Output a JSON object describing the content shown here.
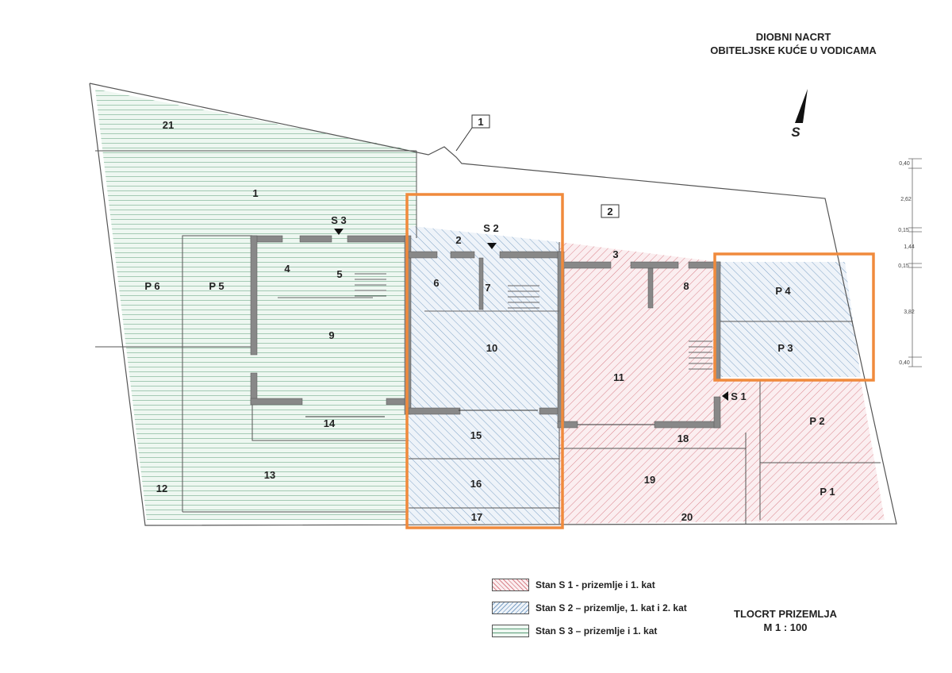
{
  "title": {
    "line1": "DIOBNI NACRT",
    "line2": "OBITELJSKE KUĆE U VODICAMA"
  },
  "north_label": "S",
  "plan": {
    "name": "TLOCRT PRIZEMLJA",
    "scale": "M 1 : 100"
  },
  "legend": [
    {
      "text": "Stan S 1 - prizemlje i 1. kat",
      "color": "#d9838b"
    },
    {
      "text": "Stan S 2 – prizemlje, 1. kat i 2. kat",
      "color": "#7fa3c6"
    },
    {
      "text": "Stan S 3 – prizemlje i 1. kat",
      "color": "#5a9e78"
    }
  ],
  "markers": {
    "m1": "1",
    "m2": "2"
  },
  "entrances": {
    "s1": "S 1",
    "s2": "S 2",
    "s3": "S 3"
  },
  "rooms": {
    "r1": "1",
    "r2": "2",
    "r3": "3",
    "r4": "4",
    "r5": "5",
    "r6": "6",
    "r7": "7",
    "r8": "8",
    "r9": "9",
    "r10": "10",
    "r11": "11",
    "r12": "12",
    "r13": "13",
    "r14": "14",
    "r15": "15",
    "r16": "16",
    "r17": "17",
    "r18": "18",
    "r19": "19",
    "r20": "20",
    "r21": "21",
    "p1": "P 1",
    "p2": "P 2",
    "p3": "P 3",
    "p4": "P 4",
    "p5": "P 5",
    "p6": "P 6"
  },
  "dimensions": [
    "0,40",
    "2,62",
    "0,15",
    "1,44",
    "0,15",
    "3,82",
    "0,40"
  ],
  "highlight_color": "#f08a3c"
}
